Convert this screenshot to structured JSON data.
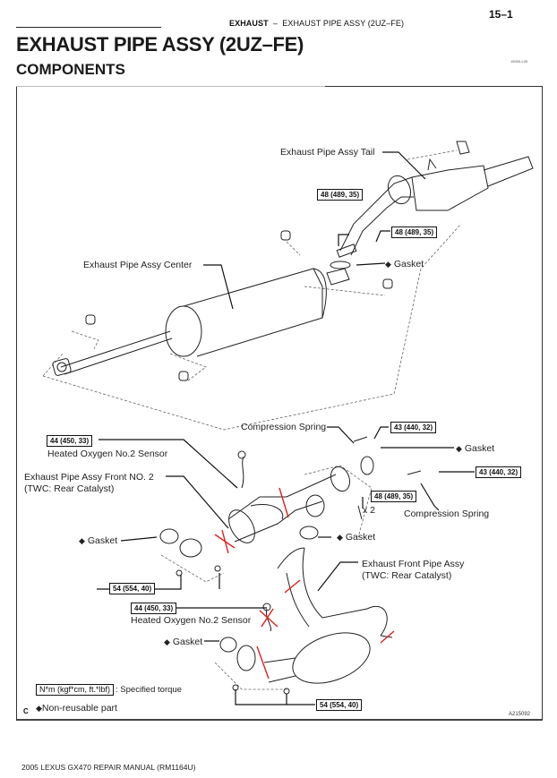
{
  "page_header": {
    "page_number": "15–1",
    "section": "EXHAUST",
    "separator": "–",
    "subsection": "EXHAUST PIPE ASSY (2UZ–FE)"
  },
  "title": "EXHAUST PIPE ASSY (2UZ–FE)",
  "subtitle": "COMPONENTS",
  "ref_code": "15050-L05",
  "diagram": {
    "labels": {
      "tail": "Exhaust Pipe Assy Tail",
      "center": "Exhaust Pipe Assy Center",
      "gasket_top": "Gasket",
      "compression_spring_1": "Compression Spring",
      "compression_spring_2": "Compression Spring",
      "gasket_right": "Gasket",
      "gasket_mid": "Gasket",
      "gasket_left": "Gasket",
      "gasket_bottom": "Gasket",
      "o2_sensor_1": "Heated Oxygen No.2 Sensor",
      "o2_sensor_2": "Heated Oxygen No.2 Sensor",
      "front_no2_line1": "Exhaust Pipe Assy Front NO. 2",
      "front_no2_line2": "(TWC: Rear Catalyst)",
      "front_pipe_line1": "Exhaust Front Pipe Assy",
      "front_pipe_line2": "(TWC: Rear Catalyst)",
      "bolt_qty": "x 2"
    },
    "torque": {
      "tail_upper": "48 (489, 35)",
      "tail_lower": "48 (489, 35)",
      "spring_upper": "43 (440, 32)",
      "spring_lower": "43 (440, 32)",
      "bolt_mid": "48 (489, 35)",
      "o2_upper": "44 (450, 33)",
      "o2_lower": "44 (450, 33)",
      "nut_upper": "54 (554, 40)",
      "nut_lower": "54 (554, 40)"
    },
    "legend": {
      "torque_unit": "N*m (kgf*cm, ft.*lbf)",
      "torque_desc": ": Specified torque",
      "nonreusable": "Non-reusable part",
      "diamond_symbol": "◆"
    },
    "corner_mark": "C",
    "figure_id": "A215092",
    "annotation_color": "#e0201c"
  },
  "footer": "2005 LEXUS GX470 REPAIR MANUAL   (RM1164U)"
}
